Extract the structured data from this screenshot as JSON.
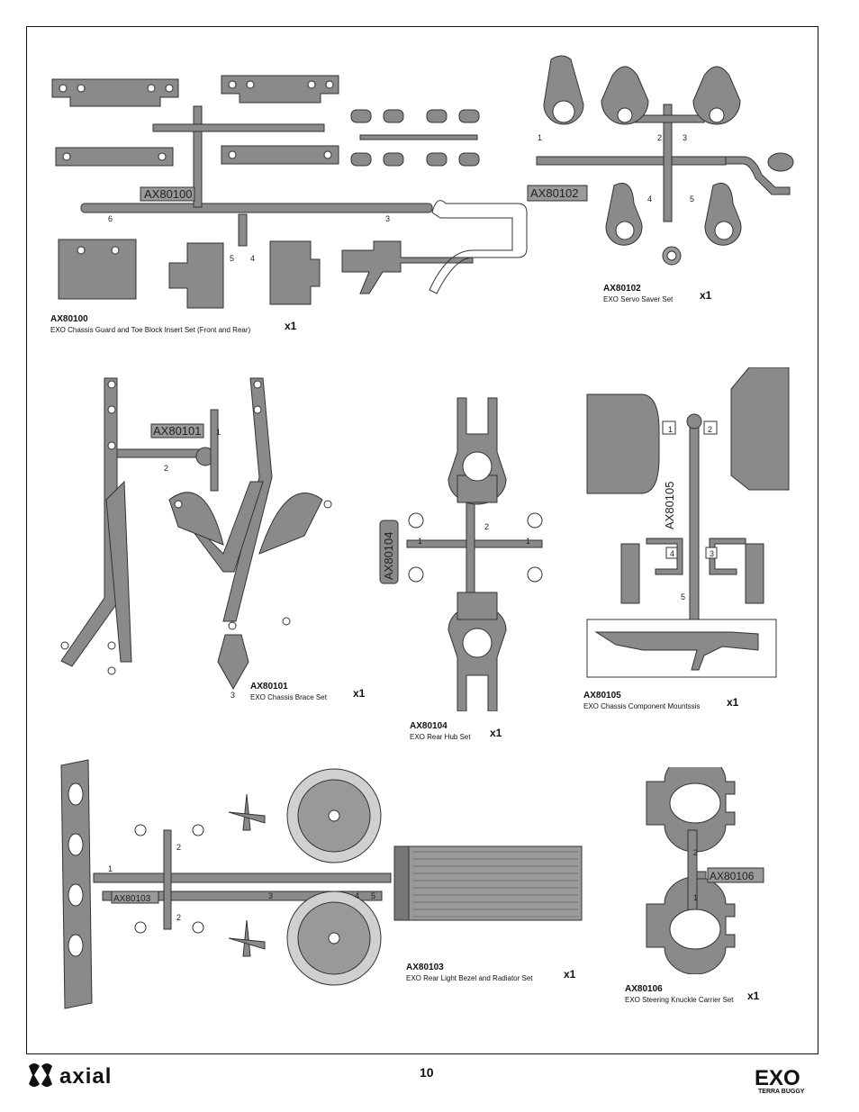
{
  "page": {
    "number": "10"
  },
  "brand": {
    "left_logo": "axial",
    "right_logo": "EXO",
    "right_logo_sub": "TERRA BUGGY"
  },
  "parts": [
    {
      "code": "AX80100",
      "desc": "EXO Chassis Guard and Toe Block Insert Set (Front and Rear)",
      "qty": "x1",
      "sprue_label": "AX80100"
    },
    {
      "code": "AX80102",
      "desc": "EXO Servo Saver Set",
      "qty": "x1",
      "sprue_label": "AX80102"
    },
    {
      "code": "AX80101",
      "desc": "EXO Chassis Brace Set",
      "qty": "x1",
      "sprue_label": "AX80101"
    },
    {
      "code": "AX80104",
      "desc": "EXO Rear Hub Set",
      "qty": "x1",
      "sprue_label": "AX80104"
    },
    {
      "code": "AX80105",
      "desc": "EXO Chassis Component Mountssis",
      "qty": "x1",
      "sprue_label": "AX80105"
    },
    {
      "code": "AX80103",
      "desc": "EXO Rear Light Bezel and Radiator Set",
      "qty": "x1",
      "sprue_label": "AX80103"
    },
    {
      "code": "AX80106",
      "desc": "EXO Steering Knuckle Carrier Set",
      "qty": "x1",
      "sprue_label": "AX80106"
    }
  ]
}
